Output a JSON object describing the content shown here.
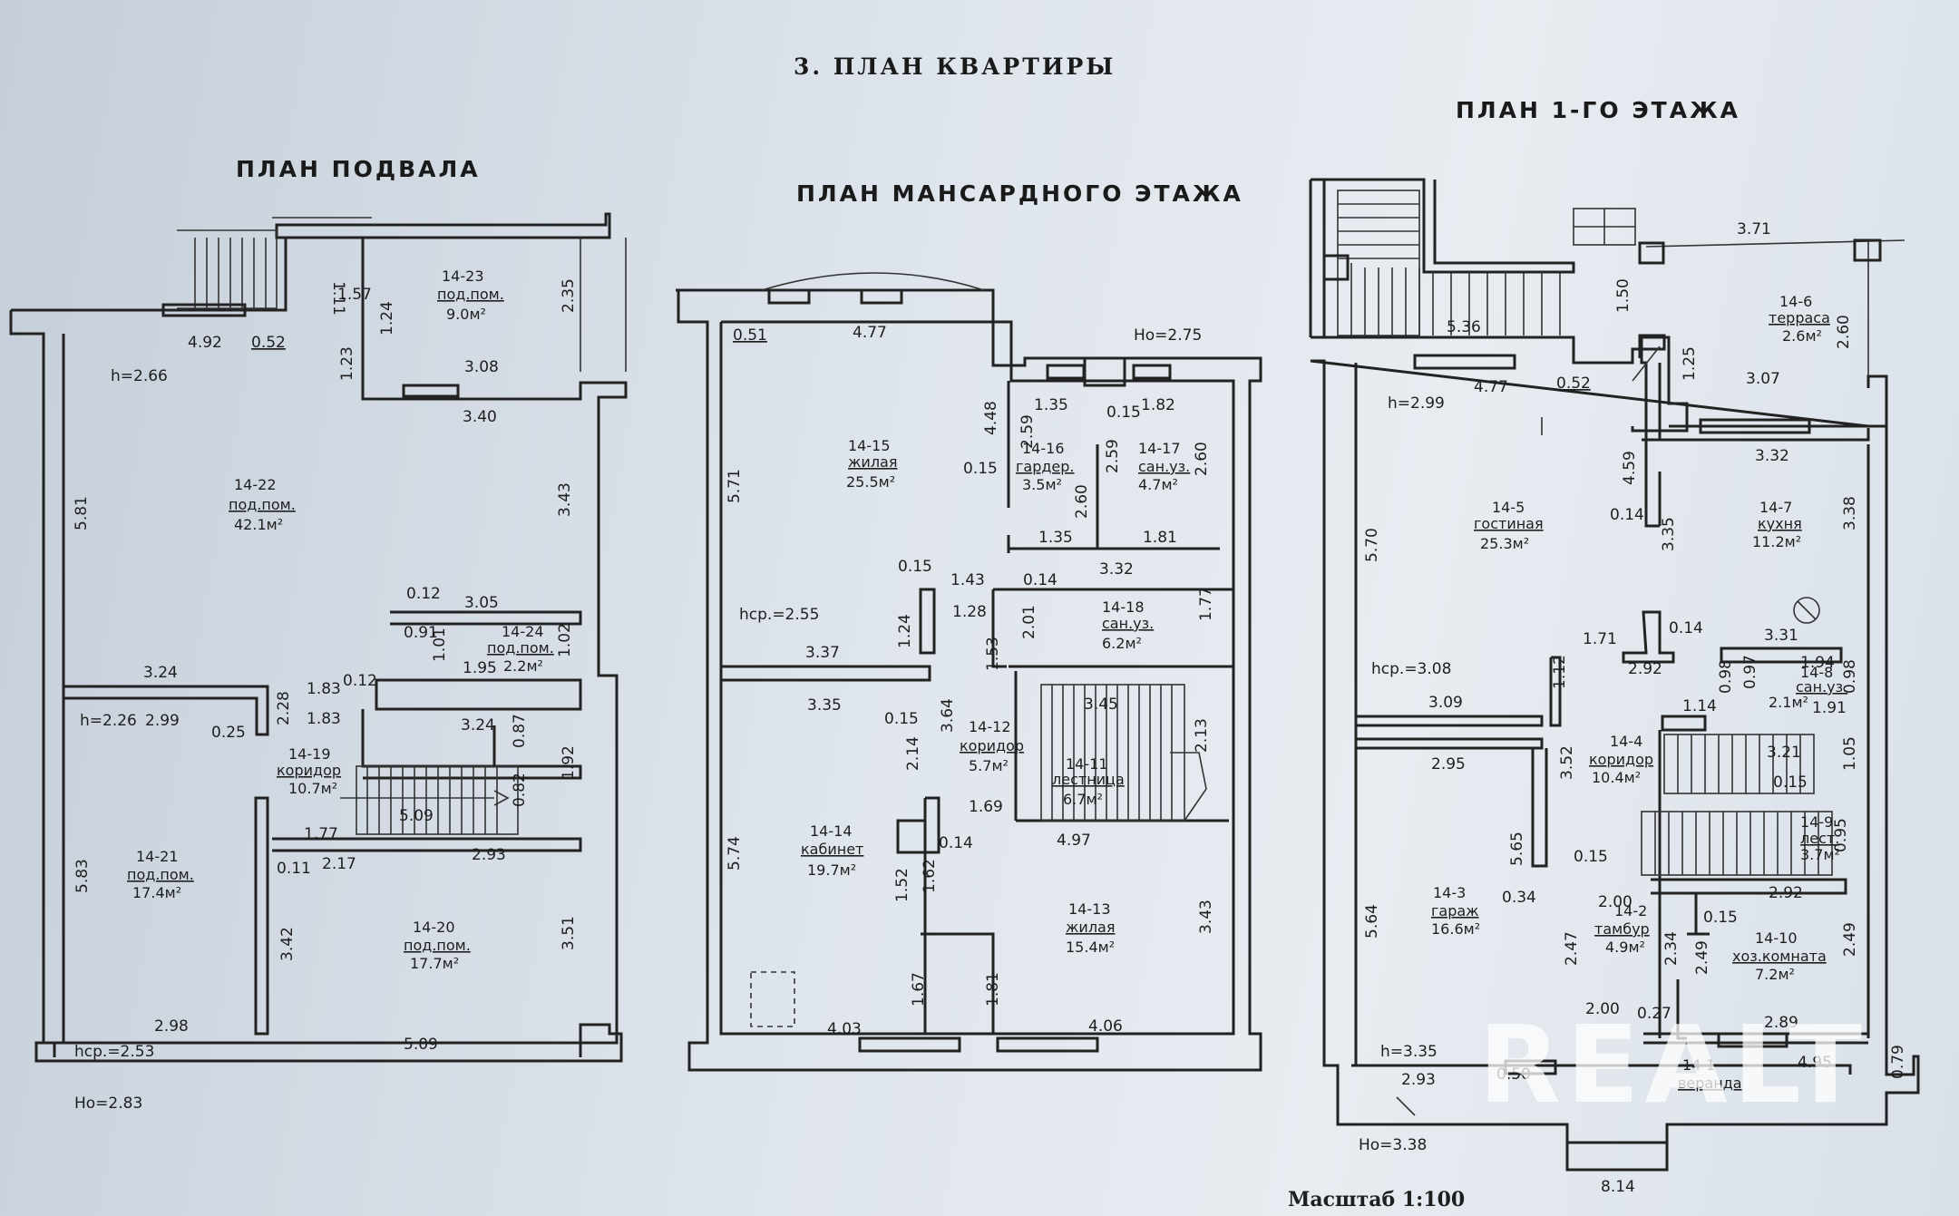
{
  "sheet_title": "3. ПЛАН КВАРТИРЫ",
  "scale": "Масштаб 1:100",
  "watermark": "REALT",
  "plans": {
    "basement": {
      "title": "ПЛАН ПОДВАЛА",
      "height_h": "h=2.66",
      "height_h2": "h=2.26",
      "hcp": "hср.=2.53",
      "ho": "Hо=2.83",
      "rooms": {
        "r23": {
          "id": "14-23",
          "type": "под.пом.",
          "area": "9.0м²"
        },
        "r22": {
          "id": "14-22",
          "type": "под.пом.",
          "area": "42.1м²"
        },
        "r24": {
          "id": "14-24",
          "type": "под.пом.",
          "area": "2.2м²"
        },
        "r19": {
          "id": "14-19",
          "type": "коридор",
          "area": "10.7м²"
        },
        "r21": {
          "id": "14-21",
          "type": "под.пом.",
          "area": "17.4м²"
        },
        "r20": {
          "id": "14-20",
          "type": "под.пом.",
          "area": "17.7м²"
        }
      },
      "dims": [
        "4.92",
        "0.52",
        "1.11",
        "1.57",
        "1.24",
        "1.23",
        "3.08",
        "2.35",
        "3.40",
        "5.81",
        "3.43",
        "0.12",
        "3.05",
        "0.91",
        "1.01",
        "1.02",
        "3.24",
        "1.83",
        "0.12",
        "1.95",
        "2.28",
        "1.83",
        "0.25",
        "3.24",
        "0.87",
        "2.99",
        "1.92",
        "5.09",
        "0.82",
        "1.77",
        "2.17",
        "2.93",
        "0.11",
        "5.83",
        "3.42",
        "3.51",
        "2.98",
        "5.09"
      ]
    },
    "attic": {
      "title": "ПЛАН МАНСАРДНОГО ЭТАЖА",
      "ho": "Hо=2.75",
      "hcp": "hср.=2.55",
      "rooms": {
        "r15": {
          "id": "14-15",
          "type": "жилая",
          "area": "25.5м²"
        },
        "r16": {
          "id": "14-16",
          "type": "гардер.",
          "area": "3.5м²"
        },
        "r17": {
          "id": "14-17",
          "type": "сан.уз.",
          "area": "4.7м²"
        },
        "r18": {
          "id": "14-18",
          "type": "сан.уз.",
          "area": "6.2м²"
        },
        "r12": {
          "id": "14-12",
          "type": "коридор",
          "area": "5.7м²"
        },
        "r11": {
          "id": "14-11",
          "type": "лестница",
          "area": "6.7м²"
        },
        "r14": {
          "id": "14-14",
          "type": "кабинет",
          "area": "19.7м²"
        },
        "r13": {
          "id": "14-13",
          "type": "жилая",
          "area": "15.4м²"
        }
      },
      "dims": [
        "0.51",
        "4.77",
        "1.35",
        "0.15",
        "1.82",
        "4.48",
        "2.59",
        "0.15",
        "2.60",
        "2.59",
        "2.60",
        "5.71",
        "1.35",
        "1.81",
        "0.15",
        "1.43",
        "0.14",
        "3.32",
        "1.28",
        "2.01",
        "1.77",
        "1.24",
        "3.37",
        "1.53",
        "3.35",
        "0.15",
        "3.64",
        "3.45",
        "2.13",
        "2.14",
        "1.69",
        "0.14",
        "4.97",
        "5.74",
        "1.52",
        "1.62",
        "3.43",
        "1.67",
        "1.81",
        "4.03",
        "4.06"
      ]
    },
    "first": {
      "title": "ПЛАН 1-ГО ЭТАЖА",
      "height_h": "h=2.99",
      "hcp": "hср.=3.08",
      "h_garage": "h=3.35",
      "ho": "Hо=3.38",
      "rooms": {
        "r6": {
          "id": "14-6",
          "type": "терраса",
          "area": "2.6м²"
        },
        "r5": {
          "id": "14-5",
          "type": "гостиная",
          "area": "25.3м²"
        },
        "r7": {
          "id": "14-7",
          "type": "кухня",
          "area": "11.2м²"
        },
        "r8": {
          "id": "14-8",
          "type": "сан.уз.",
          "area": "2.1м²"
        },
        "r4": {
          "id": "14-4",
          "type": "коридор",
          "area": "10.4м²"
        },
        "r9": {
          "id": "14-9",
          "type": "лест.",
          "area": "3.7м²"
        },
        "r3": {
          "id": "14-3",
          "type": "гараж",
          "area": "16.6м²"
        },
        "r2": {
          "id": "14-2",
          "type": "тамбур",
          "area": "4.9м²"
        },
        "r10": {
          "id": "14-10",
          "type": "хоз.комната",
          "area": "7.2м²"
        },
        "r1": {
          "id": "14-1",
          "type": "веранда",
          "area": ""
        }
      },
      "dims": [
        "3.71",
        "1.50",
        "2.60",
        "5.36",
        "4.77",
        "0.52",
        "1.25",
        "3.07",
        "4.59",
        "3.32",
        "0.14",
        "3.35",
        "3.38",
        "5.70",
        "1.71",
        "0.14",
        "3.31",
        "2.92",
        "1.94",
        "1.12",
        "0.98",
        "0.97",
        "0.98",
        "3.09",
        "1.14",
        "1.91",
        "2.95",
        "3.52",
        "3.21",
        "1.05",
        "0.15",
        "5.65",
        "0.15",
        "0.95",
        "0.34",
        "2.00",
        "2.92",
        "5.64",
        "2.47",
        "2.34",
        "2.49",
        "0.15",
        "2.49",
        "2.00",
        "0.27",
        "2.89",
        "2.93",
        "0.50",
        "4.95",
        "0.79",
        "8.14"
      ]
    }
  }
}
